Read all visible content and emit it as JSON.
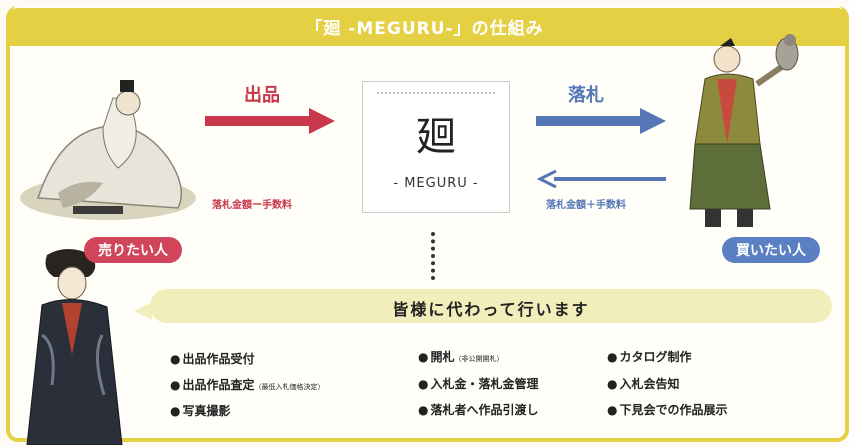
{
  "title": "「廻 -MEGURU-」の仕組み",
  "logo": {
    "kanji": "廻",
    "sub": "- MEGURU -"
  },
  "flows": {
    "listing_label": "出品",
    "winning_bid_label": "落札",
    "seller_receives": "落札金額ー手数料",
    "buyer_pays": "落札金額＋手数料"
  },
  "roles": {
    "seller": "売りたい人",
    "buyer": "買いたい人"
  },
  "banner": "皆様に代わって行います",
  "services": {
    "col1": [
      {
        "text": "出品作品受付",
        "note": ""
      },
      {
        "text": "出品作品査定",
        "note": "（最低入札価格決定）"
      },
      {
        "text": "写真撮影",
        "note": ""
      }
    ],
    "col2": [
      {
        "text": "開札",
        "note": "（非公開開札）"
      },
      {
        "text": "入札金・落札金管理",
        "note": ""
      },
      {
        "text": "落札者へ作品引渡し",
        "note": ""
      }
    ],
    "col3": [
      {
        "text": "カタログ制作",
        "note": ""
      },
      {
        "text": "入札会告知",
        "note": ""
      },
      {
        "text": "下見会での作品展示",
        "note": ""
      }
    ]
  },
  "colors": {
    "accent_yellow": "#e5cf43",
    "red": "#c8374a",
    "blue": "#5577b6",
    "bubble": "#f2eebb"
  },
  "icons": [
    "seller-illustration",
    "buyer-illustration",
    "narrator-illustration",
    "arrow-right",
    "arrow-left"
  ]
}
